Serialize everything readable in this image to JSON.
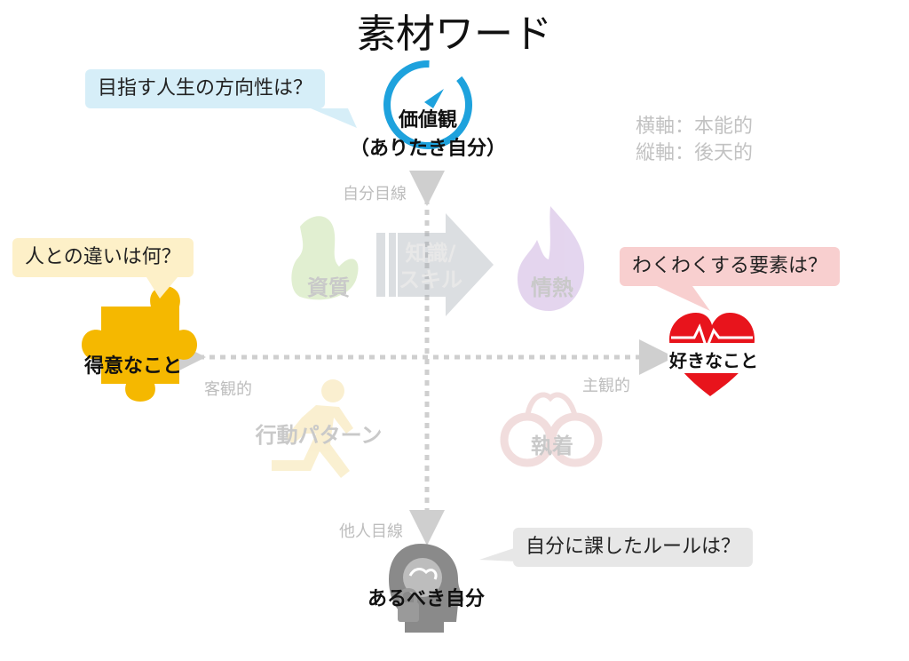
{
  "title": "素材ワード",
  "legend": {
    "horizontal": "横軸：本能的",
    "vertical": "縦軸：後天的"
  },
  "axes": {
    "top": "自分目線",
    "bottom": "他人目線",
    "left": "客観的",
    "right": "主観的"
  },
  "nodes": {
    "values": {
      "line1": "価値観",
      "line2": "（ありたき自分）",
      "icon": "compass-icon"
    },
    "strengths": {
      "label": "得意なこと",
      "icon": "puzzle-piece-icon"
    },
    "likes": {
      "label": "好きなこと",
      "icon": "heart-icon"
    },
    "ideal_self": {
      "label": "あるべき自分",
      "icon": "head-brain-lock-icon"
    }
  },
  "bubbles": {
    "values": {
      "text": "目指す人生の方向性は？",
      "color": "#d6eef8"
    },
    "strengths": {
      "text": "人との違いは何？",
      "color": "#fdf0c8"
    },
    "likes": {
      "text": "わくわくする要素は？",
      "color": "#f8cfcf"
    },
    "ideal_self": {
      "text": "自分に課したルールは？",
      "color": "#e7e7e7"
    }
  },
  "faded": {
    "aptitude": "資質",
    "knowledge_line1": "知識/",
    "knowledge_line2": "スキル",
    "passion": "情熱",
    "behavior": "行動パターン",
    "attachment": "執着"
  },
  "colors": {
    "compass": "#1ea2dd",
    "puzzle": "#f5b800",
    "heart": "#e8141c",
    "head": "#8a8a8a",
    "axis": "#d0d0d0"
  }
}
